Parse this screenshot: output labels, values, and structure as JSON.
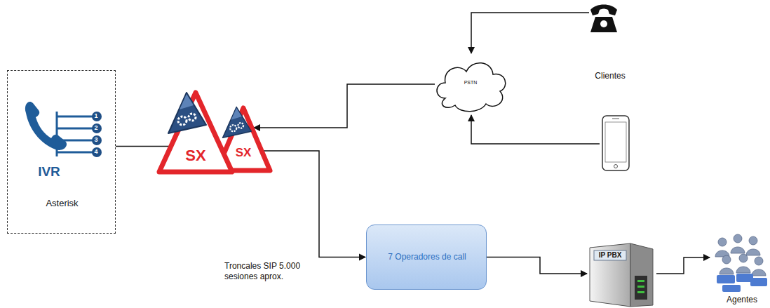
{
  "diagram": {
    "nodes": [
      {
        "text": [
          "IVR",
          "Asterisk"
        ]
      },
      {
        "text": [
          "SX"
        ]
      },
      {
        "text": [
          "SX"
        ]
      },
      {
        "text": [
          "PSTN"
        ]
      },
      {
        "text": [
          "7 Operadores de call"
        ]
      },
      {
        "text": [
          "IP PBX"
        ]
      }
    ],
    "edges": [
      {
        "from": 0,
        "to": 1,
        "arrow": "none"
      },
      {
        "from": 3,
        "to": 2,
        "arrow": "to"
      },
      {
        "from": 2,
        "to": 4,
        "label": "Troncales SIP 5.000 sesiones aprox.",
        "arrow": "to"
      },
      {
        "from": 4,
        "to": 5,
        "arrow": "to"
      }
    ],
    "labels": [
      "1",
      "2",
      "3",
      "4",
      "Clientes",
      "Agentes"
    ]
  }
}
